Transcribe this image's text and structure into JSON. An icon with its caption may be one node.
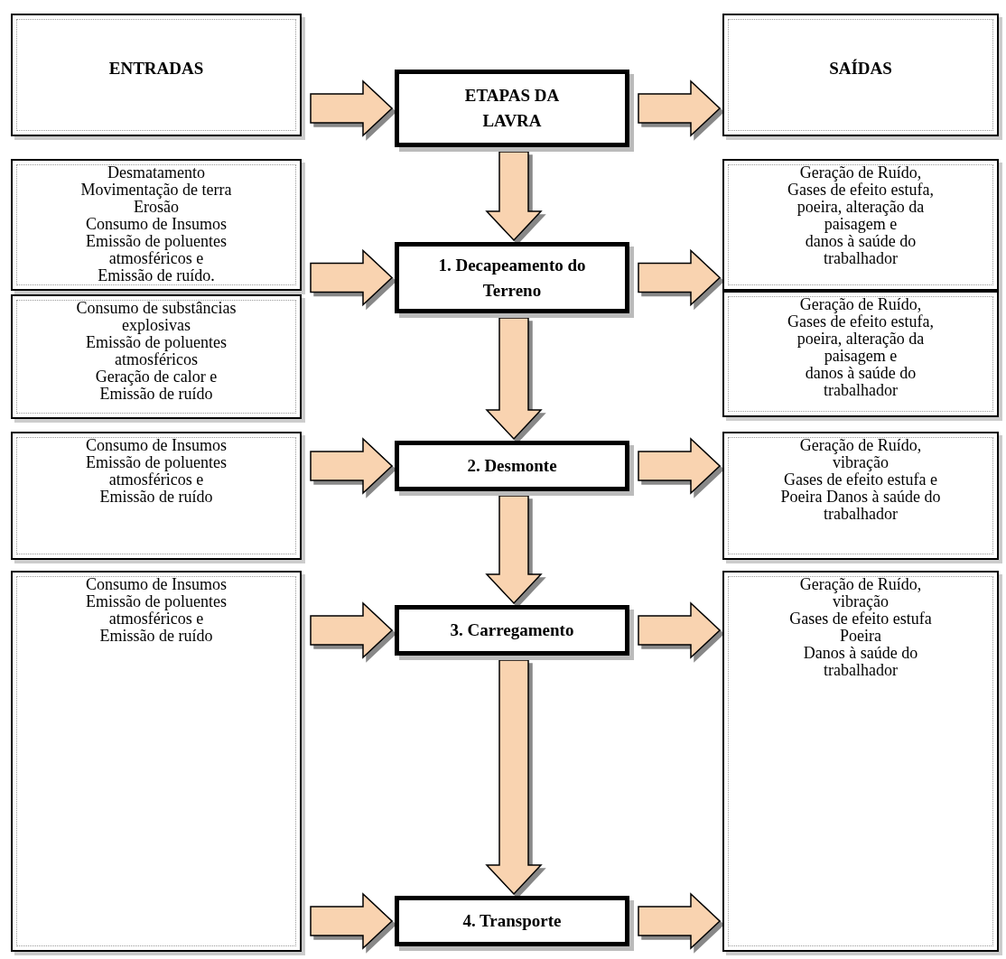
{
  "diagram": {
    "nodes": [
      {
        "text": [
          "ENTRADAS"
        ]
      },
      {
        "text": [
          "ETAPAS DA LAVRA"
        ]
      },
      {
        "text": [
          "SAÍDAS"
        ]
      },
      {
        "text": [
          "Desmatamento",
          "Movimentação de terra",
          "Erosão",
          "Consumo de Insumos",
          "Emissão de poluentes atmosféricos e",
          "Emissão de ruído."
        ]
      },
      {
        "text": [
          "1. Decapeamento do Terreno"
        ]
      },
      {
        "text": [
          "Geração de Ruído,",
          "Gases de efeito estufa,",
          "poeira, alteração da paisagem e",
          "danos à saúde do trabalhador"
        ]
      },
      {
        "text": [
          "Consumo de substâncias explosivas",
          "Emissão de poluentes atmosféricos",
          "Geração de calor e",
          "Emissão de ruído"
        ]
      },
      {
        "text": [
          "2. Desmonte"
        ]
      },
      {
        "text": [
          "Geração de Ruído,",
          "Gases de efeito estufa,",
          "poeira, alteração da paisagem e",
          "danos à saúde do trabalhador"
        ]
      },
      {
        "text": [
          "Consumo de Insumos",
          "Emissão de poluentes atmosféricos e",
          "Emissão de ruído"
        ]
      },
      {
        "text": [
          "3. Carregamento"
        ]
      },
      {
        "text": [
          "Geração de Ruído,",
          "vibração",
          "Gases de efeito estufa e",
          "Poeira Danos à saúde do trabalhador"
        ]
      },
      {
        "text": [
          "Consumo de Insumos",
          "Emissão de poluentes atmosféricos e",
          "Emissão de ruído"
        ]
      },
      {
        "text": [
          "4. Transporte"
        ]
      },
      {
        "text": [
          "Geração de Ruído,",
          "vibração",
          "Gases de efeito estufa",
          "Poeira",
          "Danos à saúde do trabalhador"
        ]
      }
    ],
    "edges": [
      {
        "from": 0,
        "to": 1,
        "arrow": "to"
      },
      {
        "from": 1,
        "to": 2,
        "arrow": "to"
      },
      {
        "from": 1,
        "to": 4,
        "arrow": "to"
      },
      {
        "from": 3,
        "to": 4,
        "arrow": "to"
      },
      {
        "from": 4,
        "to": 5,
        "arrow": "to"
      },
      {
        "from": 4,
        "to": 7,
        "arrow": "to"
      },
      {
        "from": 6,
        "to": 7,
        "arrow": "to"
      },
      {
        "from": 7,
        "to": 8,
        "arrow": "to"
      },
      {
        "from": 7,
        "to": 10,
        "arrow": "to"
      },
      {
        "from": 9,
        "to": 10,
        "arrow": "to"
      },
      {
        "from": 10,
        "to": 11,
        "arrow": "to"
      },
      {
        "from": 10,
        "to": 13,
        "arrow": "to"
      },
      {
        "from": 12,
        "to": 13,
        "arrow": "to"
      },
      {
        "from": 13,
        "to": 14,
        "arrow": "to"
      }
    ]
  }
}
